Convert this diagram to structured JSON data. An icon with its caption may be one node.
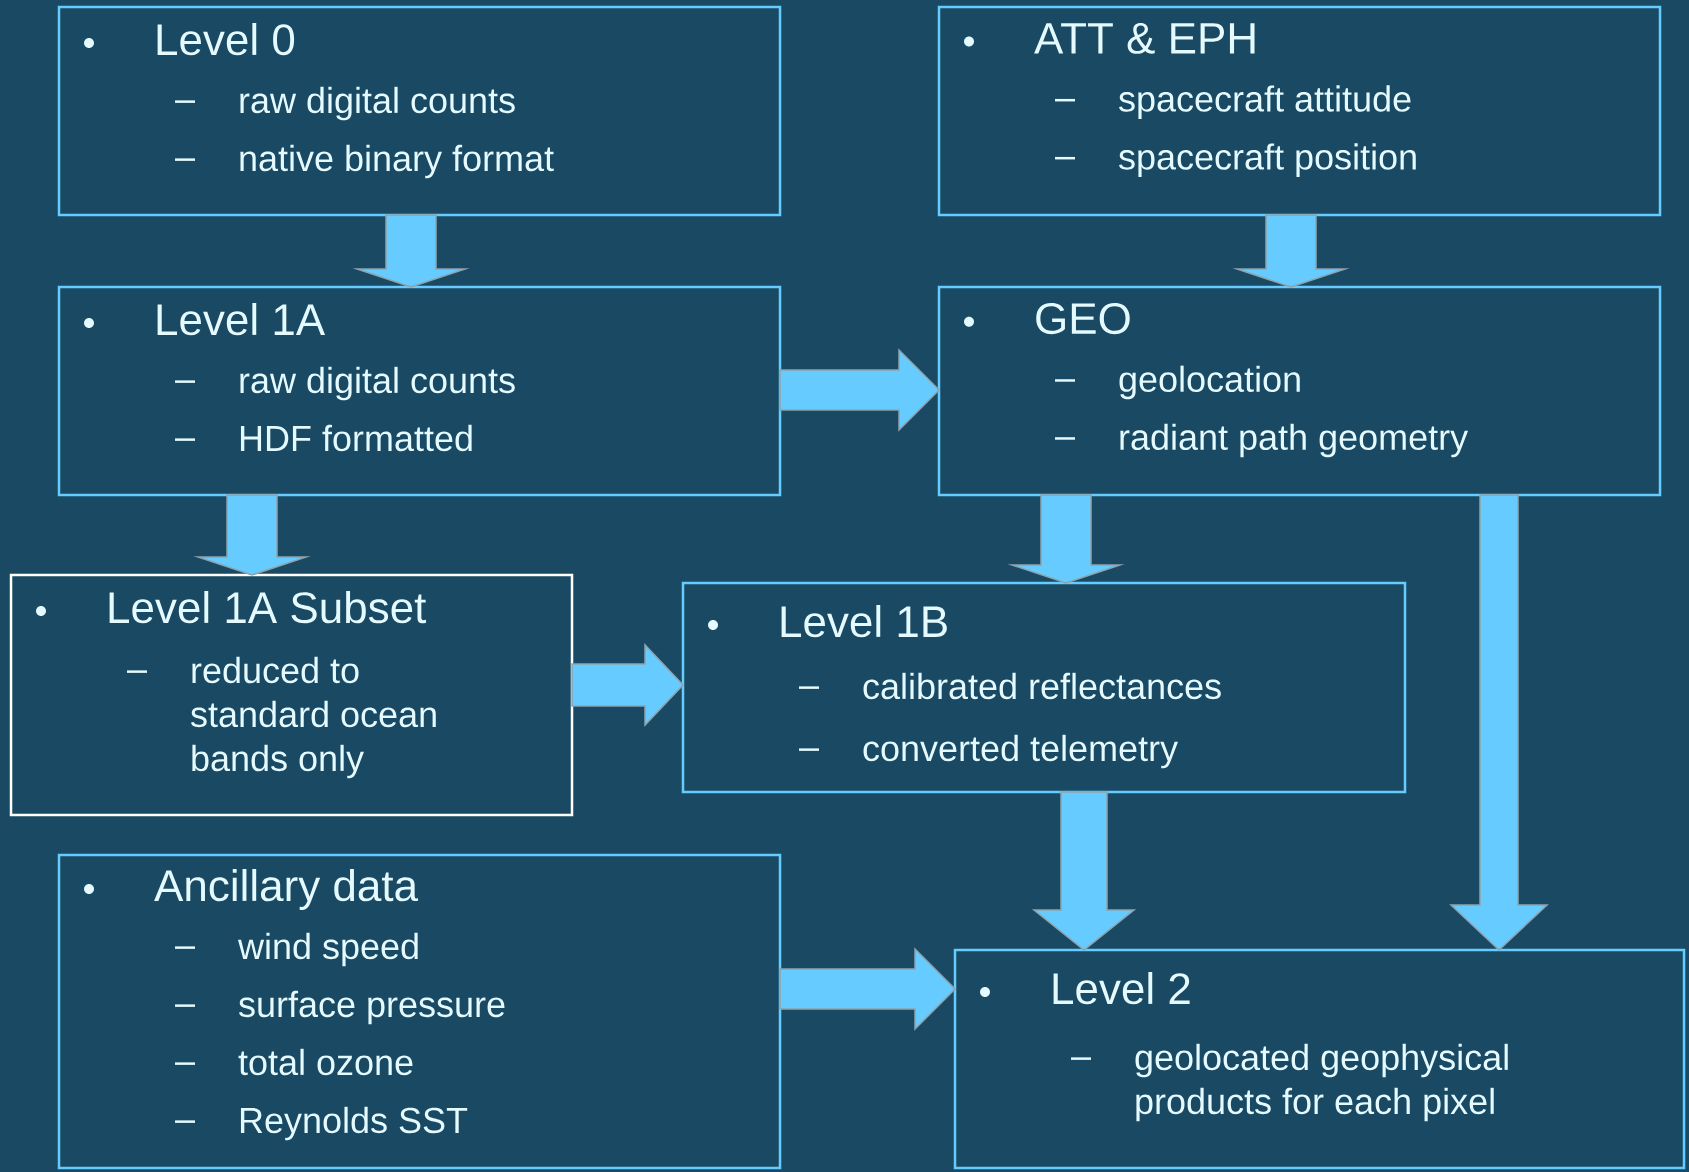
{
  "diagram": {
    "nodes": [
      {
        "text": [
          "Level 0",
          "raw digital counts",
          "native binary format"
        ]
      },
      {
        "text": [
          "ATT & EPH",
          "spacecraft attitude",
          "spacecraft position"
        ]
      },
      {
        "text": [
          "Level 1A",
          "raw digital counts",
          "HDF formatted"
        ]
      },
      {
        "text": [
          "GEO",
          "geolocation",
          "radiant path geometry"
        ]
      },
      {
        "text": [
          "Level 1A Subset",
          "reduced to standard ocean bands only"
        ]
      },
      {
        "text": [
          "Level 1B",
          "calibrated reflectances",
          "converted telemetry"
        ]
      },
      {
        "text": [
          "Ancillary data",
          "wind speed",
          "surface pressure",
          "total ozone",
          "Reynolds SST"
        ]
      },
      {
        "text": [
          "Level 2",
          "geolocated geophysical products for each pixel"
        ]
      }
    ],
    "edges": [
      {
        "from": 0,
        "to": 2,
        "arrow": "to"
      },
      {
        "from": 1,
        "to": 3,
        "arrow": "to"
      },
      {
        "from": 2,
        "to": 3,
        "arrow": "to"
      },
      {
        "from": 2,
        "to": 4,
        "arrow": "to"
      },
      {
        "from": 3,
        "to": 5,
        "arrow": "to"
      },
      {
        "from": 4,
        "to": 5,
        "arrow": "to"
      },
      {
        "from": 5,
        "to": 7,
        "arrow": "to"
      },
      {
        "from": 3,
        "to": 7,
        "arrow": "to"
      },
      {
        "from": 6,
        "to": 7,
        "arrow": "to"
      }
    ]
  }
}
